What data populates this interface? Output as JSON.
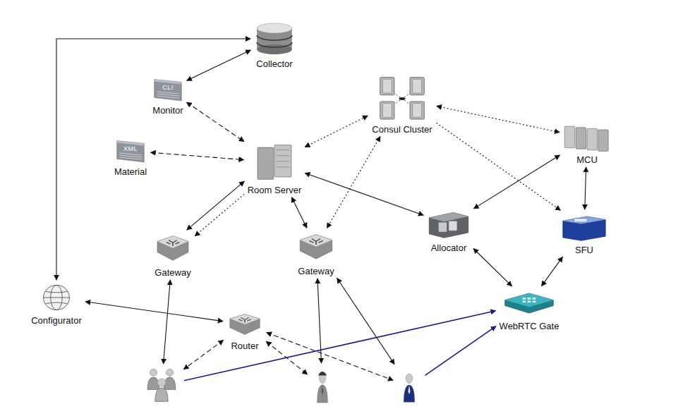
{
  "diagram": {
    "nodes": [
      {
        "text": [
          "Collector"
        ]
      },
      {
        "text": [
          "CLI",
          "Monitor"
        ]
      },
      {
        "text": [
          "Consul Cluster"
        ]
      },
      {
        "text": [
          "XML",
          "Material"
        ]
      },
      {
        "text": [
          "Room Server"
        ]
      },
      {
        "text": [
          "MCU"
        ]
      },
      {
        "text": [
          "Gateway"
        ]
      },
      {
        "text": [
          "Gateway"
        ]
      },
      {
        "text": [
          "Allocator"
        ]
      },
      {
        "text": [
          "SFU"
        ]
      },
      {
        "text": [
          "Configurator"
        ]
      },
      {
        "text": [
          "Router"
        ]
      },
      {
        "text": [
          "WebRTC Gate"
        ]
      },
      {
        "text": []
      },
      {
        "text": []
      },
      {
        "text": []
      }
    ],
    "edges": [
      {
        "from": 0,
        "to": 1,
        "arrow": "both"
      },
      {
        "from": 0,
        "to": 10,
        "arrow": "both"
      },
      {
        "from": 1,
        "to": 4,
        "arrow": "both"
      },
      {
        "from": 3,
        "to": 4,
        "arrow": "both"
      },
      {
        "from": 4,
        "to": 2,
        "arrow": "both"
      },
      {
        "from": 4,
        "to": 6,
        "arrow": "to"
      },
      {
        "from": 4,
        "to": 6,
        "arrow": "both"
      },
      {
        "from": 4,
        "to": 7,
        "arrow": "both"
      },
      {
        "from": 2,
        "to": 7,
        "arrow": "both"
      },
      {
        "from": 4,
        "to": 8,
        "arrow": "both"
      },
      {
        "from": 2,
        "to": 5,
        "arrow": "both"
      },
      {
        "from": 2,
        "to": 9,
        "arrow": "to"
      },
      {
        "from": 5,
        "to": 8,
        "arrow": "both"
      },
      {
        "from": 5,
        "to": 9,
        "arrow": "both"
      },
      {
        "from": 8,
        "to": 12,
        "arrow": "both"
      },
      {
        "from": 9,
        "to": 12,
        "arrow": "both"
      },
      {
        "from": 6,
        "to": 13,
        "arrow": "both"
      },
      {
        "from": 7,
        "to": 14,
        "arrow": "both"
      },
      {
        "from": 7,
        "to": 15,
        "arrow": "both"
      },
      {
        "from": 10,
        "to": 11,
        "arrow": "both"
      },
      {
        "from": 11,
        "to": 13,
        "arrow": "both"
      },
      {
        "from": 11,
        "to": 14,
        "arrow": "both"
      },
      {
        "from": 11,
        "to": 15,
        "arrow": "both"
      },
      {
        "from": 13,
        "to": 12,
        "arrow": "to"
      },
      {
        "from": 15,
        "to": 12,
        "arrow": "to"
      }
    ]
  }
}
